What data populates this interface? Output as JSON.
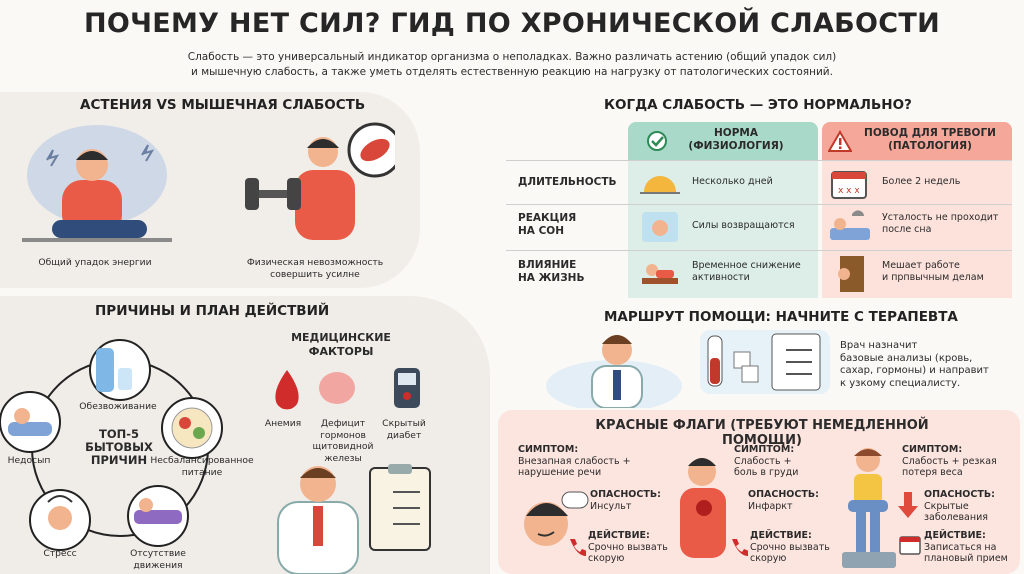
{
  "title": "ПОЧЕМУ НЕТ СИЛ? ГИД ПО ХРОНИЧЕСКОЙ СЛАБОСТИ",
  "intro": {
    "line1": "Слабость — это универсальный индикатор организма о неполадках. Важно различать астению (общий упадок сил)",
    "line2": "и мышечную слабость, а также уметь отделять естественную реакцию на нагрузку от патологических состояний."
  },
  "asthenia": {
    "heading": "АСТЕНИЯ VS МЫШЕЧНАЯ СЛАБОСТЬ",
    "left_caption": "Общий упадок энергии",
    "right_caption_1": "Физическая невозможность",
    "right_caption_2": "совершить усилне"
  },
  "causes": {
    "heading": "ПРИЧИНЫ И ПЛАН ДЕЙСТВИЙ",
    "center_1": "ТОП-5",
    "center_2": "БЫТОВЫХ",
    "center_3": "ПРИЧИН",
    "items": {
      "dehydration": "Обезвоживание",
      "sleep": "Недосып",
      "nutrition_1": "Несбалансированное",
      "nutrition_2": "питание",
      "stress": "Стресс",
      "movement_1": "Отсутствие",
      "movement_2": "движения"
    },
    "medical_heading_1": "МЕДИЦИНСКИЕ",
    "medical_heading_2": "ФАКТОРЫ",
    "medical": {
      "anemia": "Анемия",
      "thyroid_1": "Дефицит",
      "thyroid_2": "гормонов",
      "thyroid_3": "щитовидной",
      "thyroid_4": "железы",
      "diabetes_1": "Скрытый",
      "diabetes_2": "диабет"
    }
  },
  "normal": {
    "heading": "КОГДА СЛАБОСТЬ — ЭТО НОРМАЛЬНО?",
    "col_norm_1": "НОРМА",
    "col_norm_2": "(ФИЗИОЛОГИЯ)",
    "col_alarm_1": "ПОВОД ДЛЯ ТРЕВОГИ",
    "col_alarm_2": "(ПАТОЛОГИЯ)",
    "rows": [
      {
        "label_1": "ДЛИТЕЛЬНОСТЬ",
        "label_2": "",
        "norm_1": "Несколько дней",
        "norm_2": "",
        "alarm_1": "Более 2 недель",
        "alarm_2": ""
      },
      {
        "label_1": "РЕАКЦИЯ",
        "label_2": "НА СОН",
        "norm_1": "Силы возвращаются",
        "norm_2": "",
        "alarm_1": "Усталость не проходит",
        "alarm_2": "после сна"
      },
      {
        "label_1": "ВЛИЯНИЕ",
        "label_2": "НА ЖИЗНЬ",
        "norm_1": "Временное снижение",
        "norm_2": "активности",
        "alarm_1": "Мешает работе",
        "alarm_2": "и прпвычным делам"
      }
    ]
  },
  "route": {
    "heading": "МАРШРУТ ПОМОЩИ: НАЧНИТЕ С ТЕРАПЕВТА",
    "text_1": "Врач назначит",
    "text_2": "базовые анализы (кровь,",
    "text_3": "сахар, гормоны) и направит",
    "text_4": "к узкому специалисту."
  },
  "flags": {
    "heading": "КРАСНЫЕ ФЛАГИ (ТРЕБУЮТ НЕМЕДЛЕННОЙ ПОМОЩИ)",
    "symptom_label": "СИМПТОМ:",
    "danger_label": "ОПАСНОСТЬ:",
    "action_label": "ДЕЙСТВИЕ:",
    "cards": [
      {
        "symptom_1": "Внезапная слабость +",
        "symptom_2": "нарушение речи",
        "danger": "Инсульт",
        "action_1": "Срочно вызвать",
        "action_2": "скорую"
      },
      {
        "symptom_1": "Слабость +",
        "symptom_2": "боль в груди",
        "danger": "Инфаркт",
        "action_1": "Срочно вызвать",
        "action_2": "скорую"
      },
      {
        "symptom_1": "Слабость + резкая",
        "symptom_2": "потеря веса",
        "danger_1": "Скрытые",
        "danger_2": "заболевания",
        "action_1": "Записаться на",
        "action_2": "плановый прием"
      }
    ]
  },
  "colors": {
    "accent_red": "#e04a3c",
    "norm_green": "#a9d9c8",
    "alarm_red": "#f5a89a"
  }
}
